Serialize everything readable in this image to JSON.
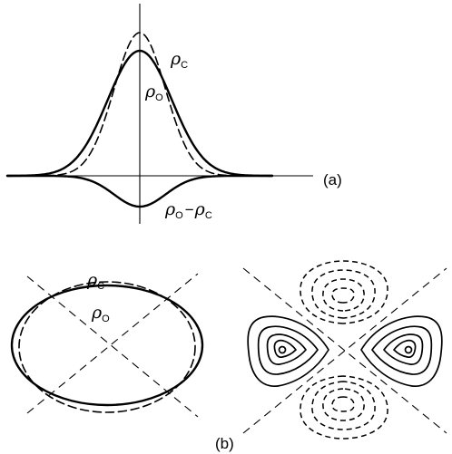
{
  "panel_a": {
    "label": "(a)",
    "curve_labels": {
      "rho_c": "ρ",
      "rho_c_sub": "C",
      "rho_o": "ρ",
      "rho_o_sub": "O",
      "diff_a": "ρ",
      "diff_a_sub": "O",
      "diff_minus": "−",
      "diff_b": "ρ",
      "diff_b_sub": "C"
    }
  },
  "panel_b": {
    "label": "(b)",
    "curve_labels": {
      "rho_c": "ρ",
      "rho_c_sub": "C",
      "rho_o": "ρ",
      "rho_o_sub": "O"
    }
  }
}
